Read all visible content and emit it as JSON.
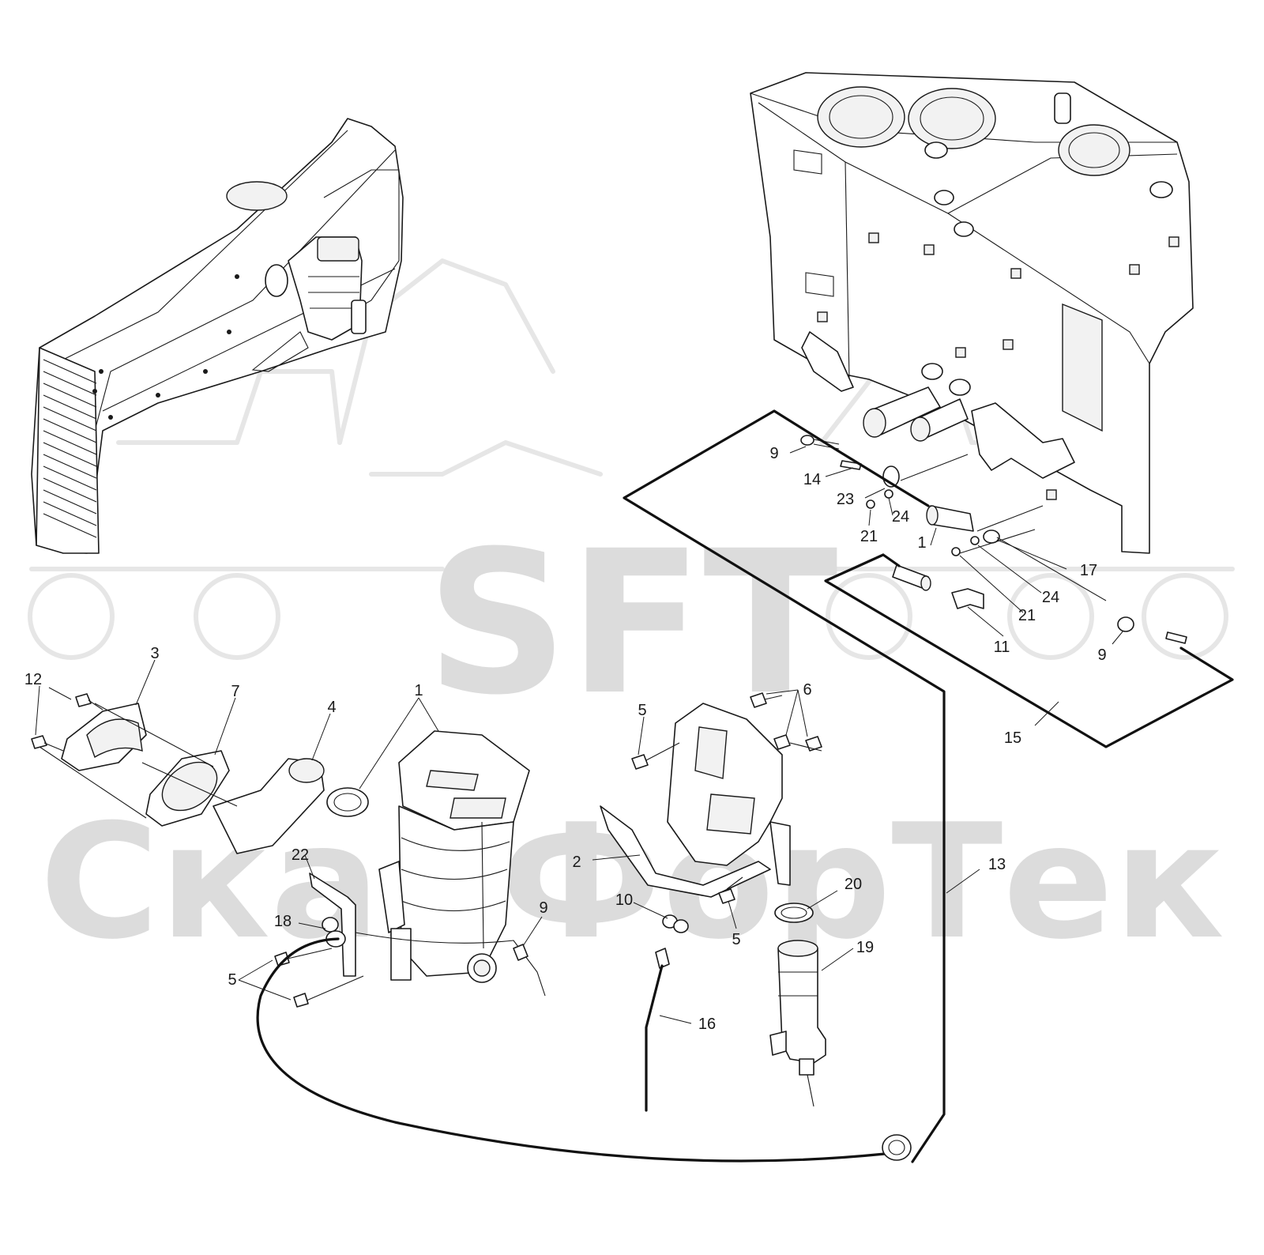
{
  "watermark": {
    "logo": "SFT",
    "name": "СкалФорТек"
  },
  "callouts": [
    {
      "id": "c1a",
      "text": "1"
    },
    {
      "id": "c1b",
      "text": "1"
    },
    {
      "id": "c2",
      "text": "2"
    },
    {
      "id": "c3",
      "text": "3"
    },
    {
      "id": "c4",
      "text": "4"
    },
    {
      "id": "c5a",
      "text": "5"
    },
    {
      "id": "c5b",
      "text": "5"
    },
    {
      "id": "c5c",
      "text": "5"
    },
    {
      "id": "c6",
      "text": "6"
    },
    {
      "id": "c7",
      "text": "7"
    },
    {
      "id": "c9a",
      "text": "9"
    },
    {
      "id": "c9b",
      "text": "9"
    },
    {
      "id": "c9c",
      "text": "9"
    },
    {
      "id": "c10",
      "text": "10"
    },
    {
      "id": "c11",
      "text": "11"
    },
    {
      "id": "c12",
      "text": "12"
    },
    {
      "id": "c13",
      "text": "13"
    },
    {
      "id": "c14",
      "text": "14"
    },
    {
      "id": "c15",
      "text": "15"
    },
    {
      "id": "c16",
      "text": "16"
    },
    {
      "id": "c17",
      "text": "17"
    },
    {
      "id": "c18",
      "text": "18"
    },
    {
      "id": "c19",
      "text": "19"
    },
    {
      "id": "c20",
      "text": "20"
    },
    {
      "id": "c21a",
      "text": "21"
    },
    {
      "id": "c21b",
      "text": "21"
    },
    {
      "id": "c22",
      "text": "22"
    },
    {
      "id": "c23",
      "text": "23"
    },
    {
      "id": "c24a",
      "text": "24"
    },
    {
      "id": "c24b",
      "text": "24"
    }
  ]
}
